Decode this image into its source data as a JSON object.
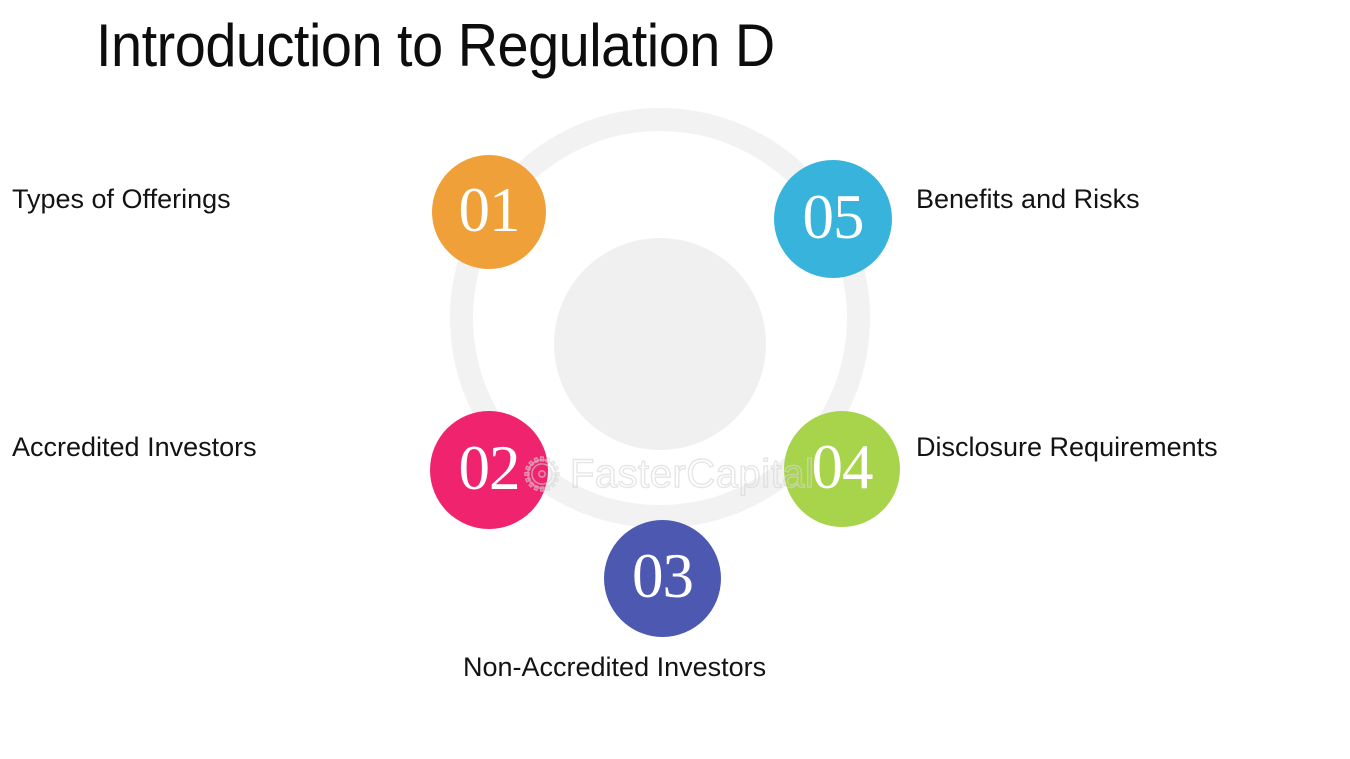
{
  "slide": {
    "title": "Introduction to Regulation D",
    "background_color": "#ffffff",
    "title_color": "#0d0d0d"
  },
  "diagram": {
    "type": "circular-process",
    "ring_color": "#f2f2f2",
    "inner_disc_color": "#f0f0f0",
    "nodes": [
      {
        "number": "01",
        "label": "Types of Offerings",
        "color": "#efa038",
        "position": "top-left",
        "label_side": "left"
      },
      {
        "number": "02",
        "label": "Accredited Investors",
        "color": "#f0246e",
        "position": "bottom-left",
        "label_side": "left"
      },
      {
        "number": "03",
        "label": "Non-Accredited Investors",
        "color": "#4d59b0",
        "position": "bottom-center",
        "label_side": "bottom"
      },
      {
        "number": "04",
        "label": "Disclosure Requirements",
        "color": "#a7d44a",
        "position": "bottom-right",
        "label_side": "right"
      },
      {
        "number": "05",
        "label": "Benefits and Risks",
        "color": "#38b4dc",
        "position": "top-right",
        "label_side": "right"
      }
    ]
  },
  "watermark": {
    "text": "FasterCapital",
    "icon": "gear-icon",
    "color": "#d7d7d7"
  }
}
